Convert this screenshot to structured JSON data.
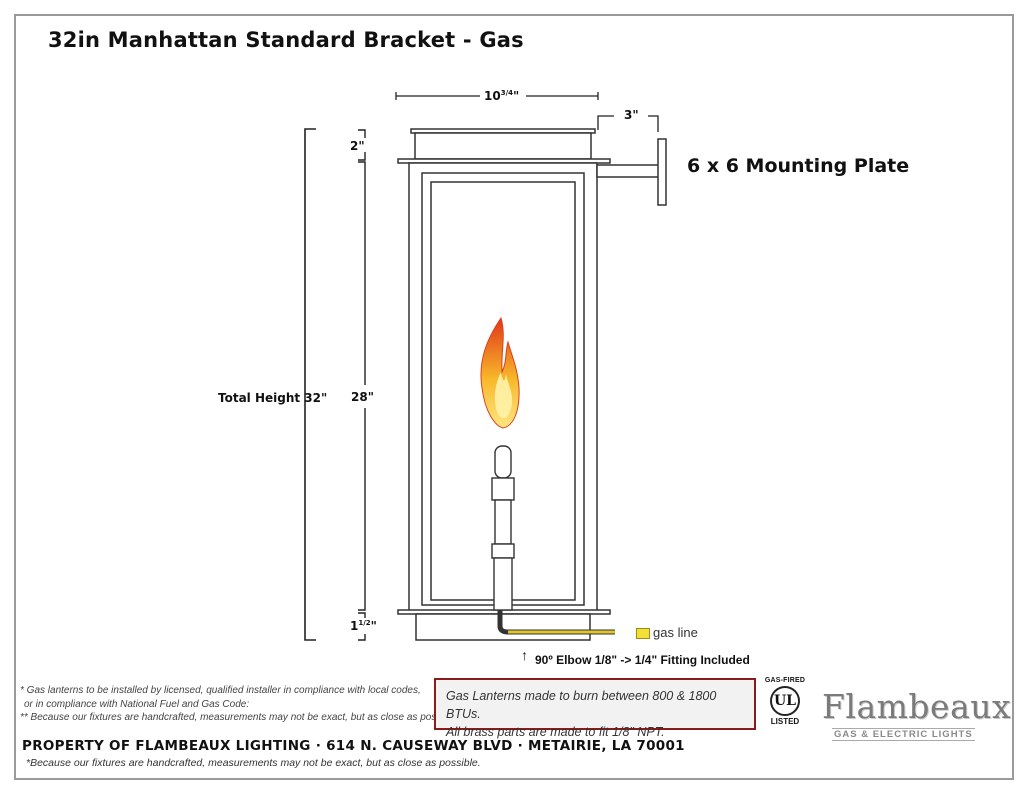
{
  "title": "32in Manhattan Standard Bracket - Gas",
  "dimensions": {
    "width": "10",
    "width_fraction": "3/4",
    "width_unit": "\"",
    "bracket_depth": "3\"",
    "top_cap": "2\"",
    "body_height": "28\"",
    "total_height": "Total Height 32\"",
    "bottom_base": "1",
    "bottom_base_fraction": "1/2",
    "bottom_base_unit": "\""
  },
  "mounting_plate_label": "6 x 6 Mounting Plate",
  "gas_line_label": "gas line",
  "elbow_label": "90º Elbow  1/8\" -> 1/4\" Fitting Included",
  "notes": [
    "* Gas lanterns to be installed by licensed, qualified installer in compliance with local codes,",
    "  or in compliance with National Fuel and Gas Code:",
    "** Because our fixtures are handcrafted, measurements may not be exact, but as close as possible."
  ],
  "btu_note": {
    "line1": "Gas Lanterns made to burn between 800 & 1800 BTUs.",
    "line2": "All brass parts are made to fit 1/8\" NPT."
  },
  "certification": {
    "top": "GAS-FIRED",
    "mark": "UL",
    "bottom": "LISTED"
  },
  "logo": {
    "name": "Flambeaux",
    "tagline": "GAS & ELECTRIC LIGHTS"
  },
  "property_line": "PROPERTY OF FLAMBEAUX LIGHTING · 614 N. CAUSEWAY BLVD · METAIRIE, LA 70001",
  "footnote": "*Because our fixtures are handcrafted, measurements may not be exact, but as close as possible.",
  "colors": {
    "frame_border": "#9a9a9a",
    "note_box_border": "#8b1a1a",
    "gas_line": "#e2c52a",
    "flame_outer": "#e8431c",
    "flame_inner": "#ffd24a"
  }
}
